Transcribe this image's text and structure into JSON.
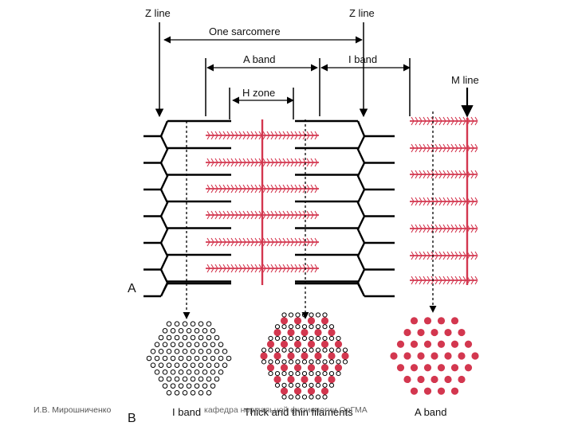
{
  "labels": {
    "z_line_left": "Z line",
    "z_line_right": "Z line",
    "one_sarcomere": "One sarcomere",
    "a_band": "A band",
    "i_band": "I band",
    "h_zone": "H zone",
    "m_line": "M line",
    "panel_a": "A",
    "panel_b": "B",
    "cs_i_band": "I band",
    "cs_thick_thin": "Thick and thin filaments",
    "cs_a_band": "A band"
  },
  "footer": {
    "author": "И.В. Мирошниченко",
    "department": "кафедра нормальной физиологии ОрГМА"
  },
  "colors": {
    "thick_filament": "#d3374f",
    "thin_filament": "#000000",
    "background": "#ffffff"
  }
}
